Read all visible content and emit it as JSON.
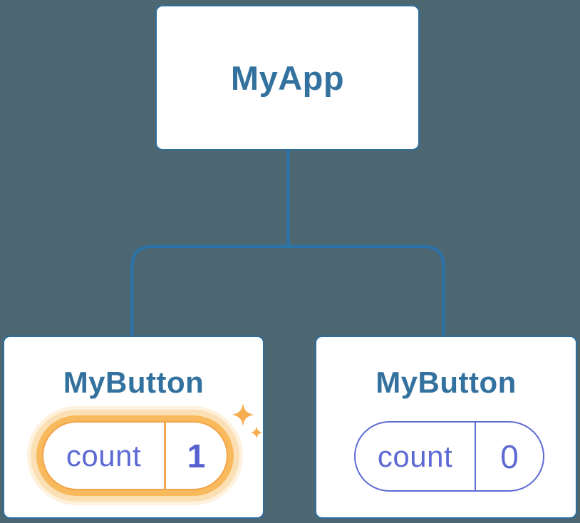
{
  "diagram": {
    "type": "react-component-tree",
    "root": {
      "label": "MyApp"
    },
    "children": [
      {
        "label": "MyButton",
        "state": {
          "key": "count",
          "value": "1"
        },
        "highlighted": true,
        "has_sparkles": true
      },
      {
        "label": "MyButton",
        "state": {
          "key": "count",
          "value": "0"
        },
        "highlighted": false,
        "has_sparkles": false
      }
    ]
  },
  "icons": {
    "sparkles": "sparkles-icon"
  },
  "colors": {
    "bg": "#4C6771",
    "card-border": "#2E6F9E",
    "line": "#2B73A8",
    "title": "#33719E",
    "indigo": "#5E6AD4",
    "indigo-bold": "#5561CF",
    "orange-border": "#F1A349",
    "orange-ring": "#F8BA5D",
    "orange-glow": "#FCE0B5",
    "orange-divider": "#F2A74D",
    "star": "#F7AD4F"
  }
}
